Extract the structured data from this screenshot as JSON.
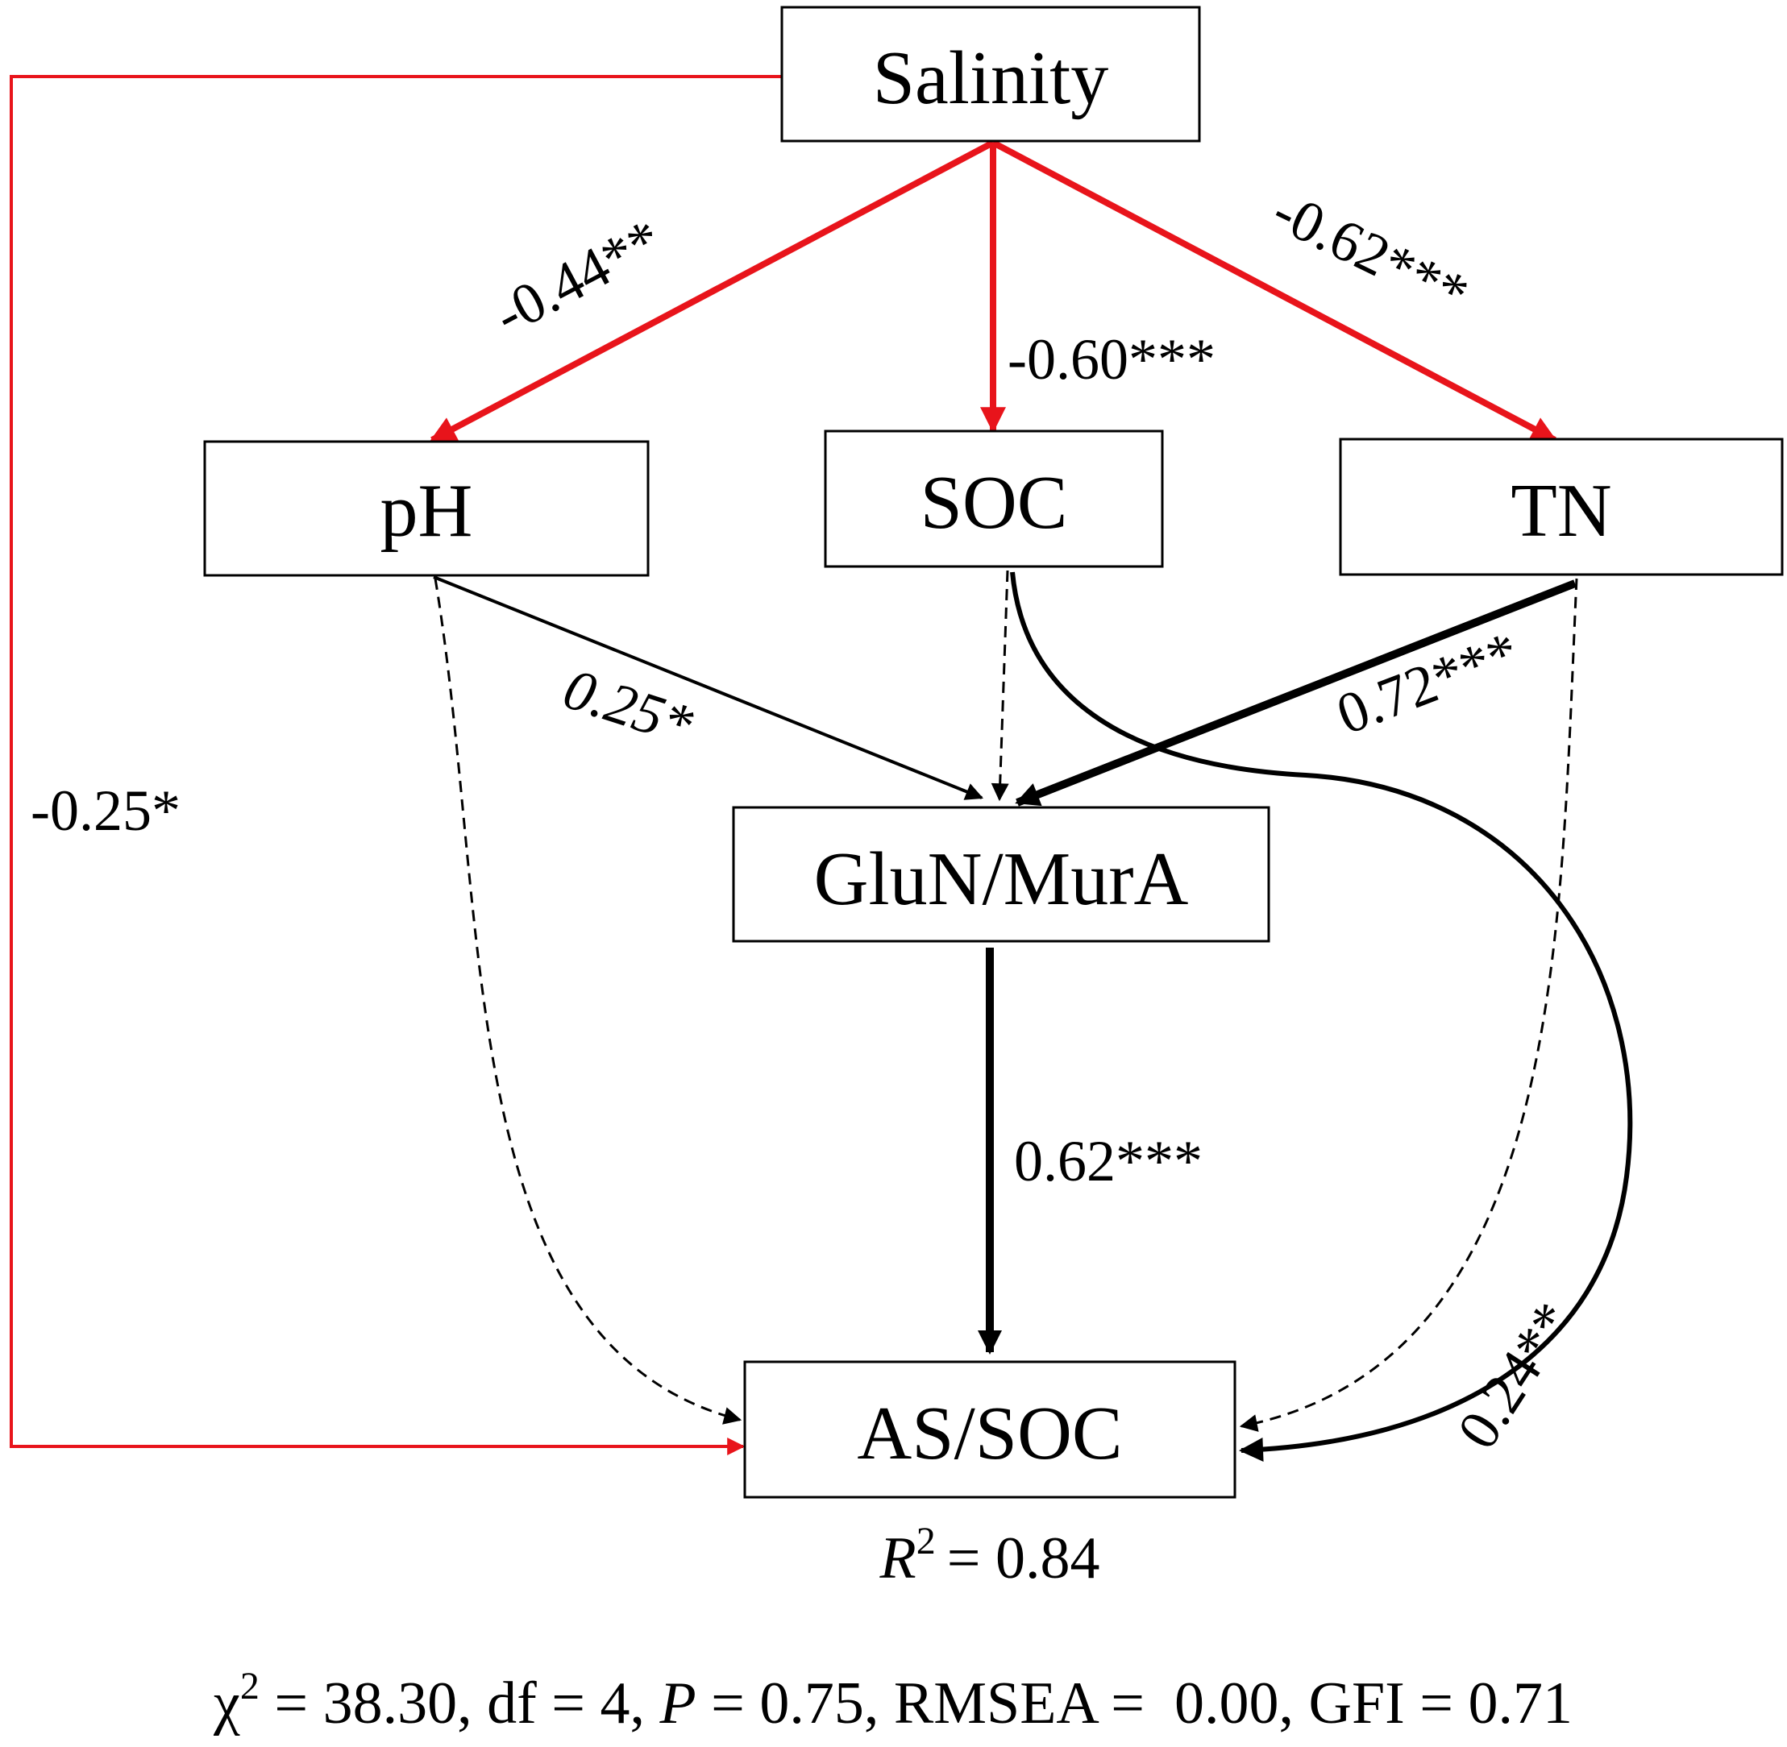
{
  "colors": {
    "negative": "#e8141b",
    "positive": "#000000"
  },
  "nodes": {
    "salinity": "Salinity",
    "ph": "pH",
    "soc": "SOC",
    "tn": "TN",
    "glun_mura": "GluN/MurA",
    "as_soc": "AS/SOC"
  },
  "edges": {
    "salinity_ph": "-0.44**",
    "salinity_soc": "-0.60***",
    "salinity_tn": "-0.62***",
    "salinity_as_soc": "-0.25*",
    "ph_glun": "0.25*",
    "tn_glun": "0.72***",
    "glun_as_soc": "0.62***",
    "soc_as_soc": "0.24**"
  },
  "r_squared": {
    "symbol": "R",
    "exponent": "2",
    "value": "= 0.84"
  },
  "fit_stats": {
    "chi_symbol": "χ",
    "chi_exponent": "2",
    "chi_value": " = 38.30, df = 4, ",
    "p_symbol": "P",
    "rest": " = 0.75, RMSEA =  0.00, GFI = 0.71"
  }
}
